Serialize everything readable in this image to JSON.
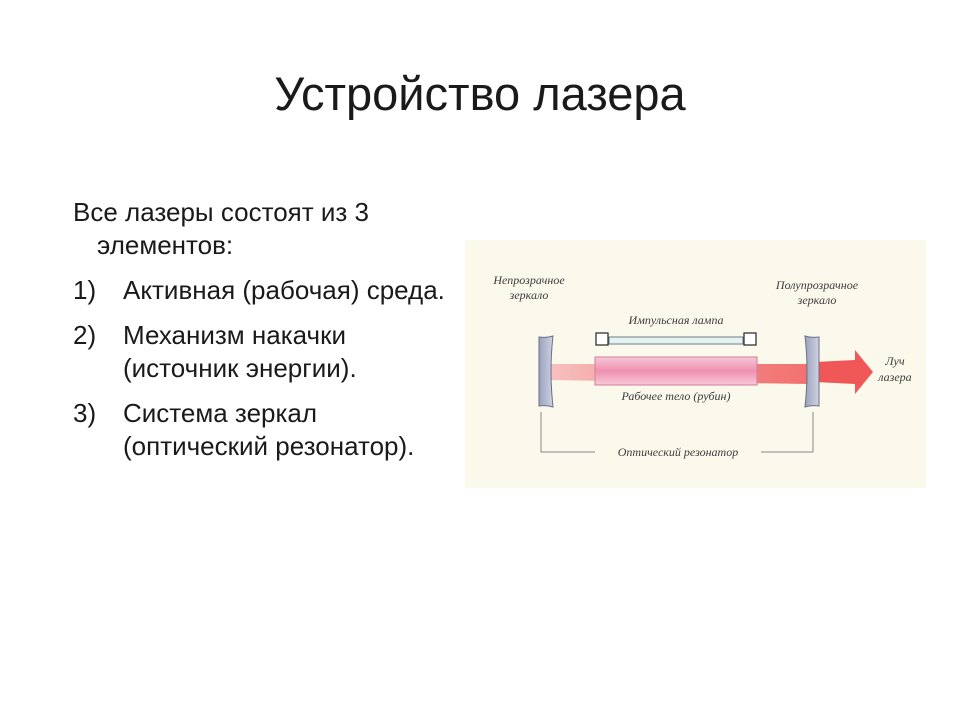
{
  "slide": {
    "title": "Устройство лазера",
    "intro": "Все лазеры состоят из 3 элементов:",
    "items": [
      {
        "number": "1)",
        "text": "Активная (рабочая) среда."
      },
      {
        "number": "2)",
        "text": "Механизм накачки (источник энергии)."
      },
      {
        "number": "3)",
        "text": "Система зеркал (оптический резонатор)."
      }
    ]
  },
  "diagram": {
    "labels": {
      "opaque_mirror_line1": "Непрозрачное",
      "opaque_mirror_line2": "зеркало",
      "semi_mirror_line1": "Полупрозрачное",
      "semi_mirror_line2": "зеркало",
      "pulse_lamp": "Импульсная лампа",
      "working_body": "Рабочее тело (рубин)",
      "beam_line1": "Луч",
      "beam_line2": "лазера",
      "resonator": "Оптический резонатор"
    },
    "colors": {
      "background": "#fbf8ec",
      "beam": "#f26a6a",
      "rod": "#f2a6bf",
      "lamp": "#dff0ec",
      "mirror": "#b9bfd3"
    }
  }
}
